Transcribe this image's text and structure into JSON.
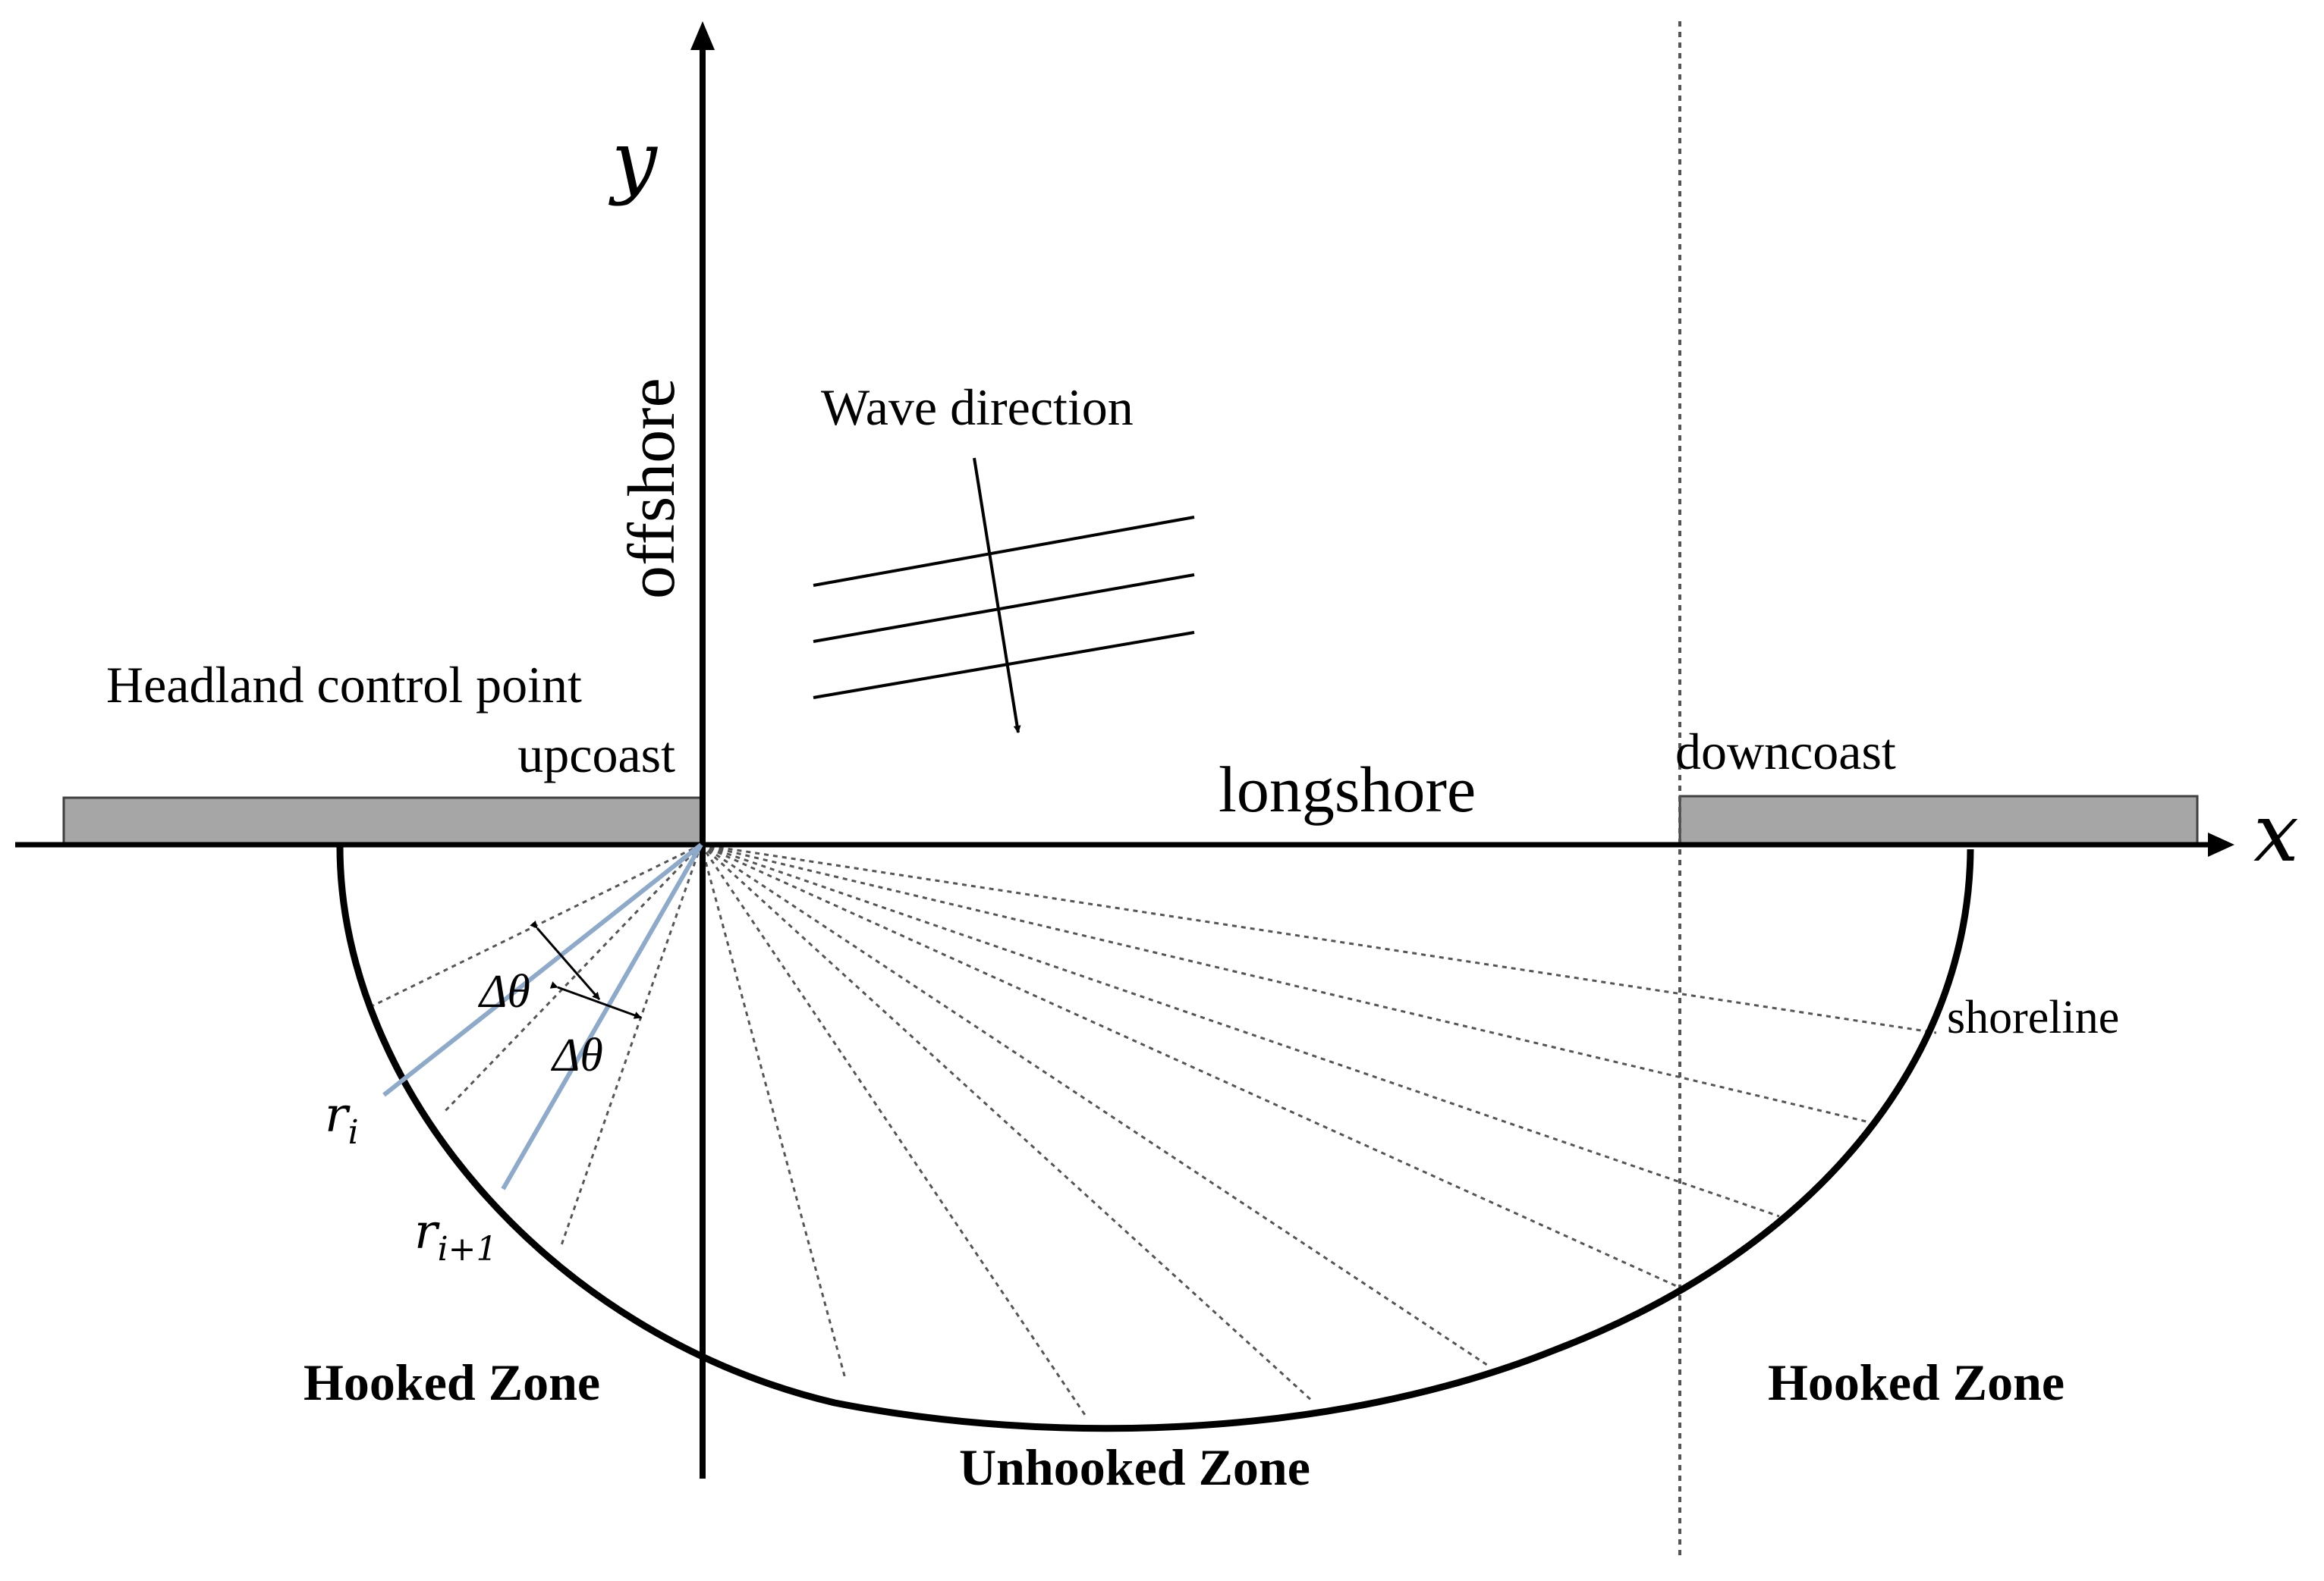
{
  "labels": {
    "y_axis": "y",
    "x_axis": "x",
    "offshore": "offshore",
    "longshore": "longshore",
    "wave_direction": "Wave direction",
    "headland_line1": "Headland control point",
    "headland_line2": "upcoast",
    "downcoast": "downcoast",
    "shoreline": "shoreline",
    "delta_theta_1": "Δθ",
    "delta_theta_2": "Δθ",
    "r_i_base": "r",
    "r_i_sub": "i",
    "r_i1_base": "r",
    "r_i1_sub": "i+1",
    "hooked_zone_left": "Hooked Zone",
    "hooked_zone_right": "Hooked Zone",
    "unhooked_zone": "Unhooked Zone"
  },
  "colors": {
    "ink": "#000000",
    "headland_fill": "#a6a6a6",
    "radial_highlight": "#8eaacb",
    "dotted": "#555555"
  }
}
